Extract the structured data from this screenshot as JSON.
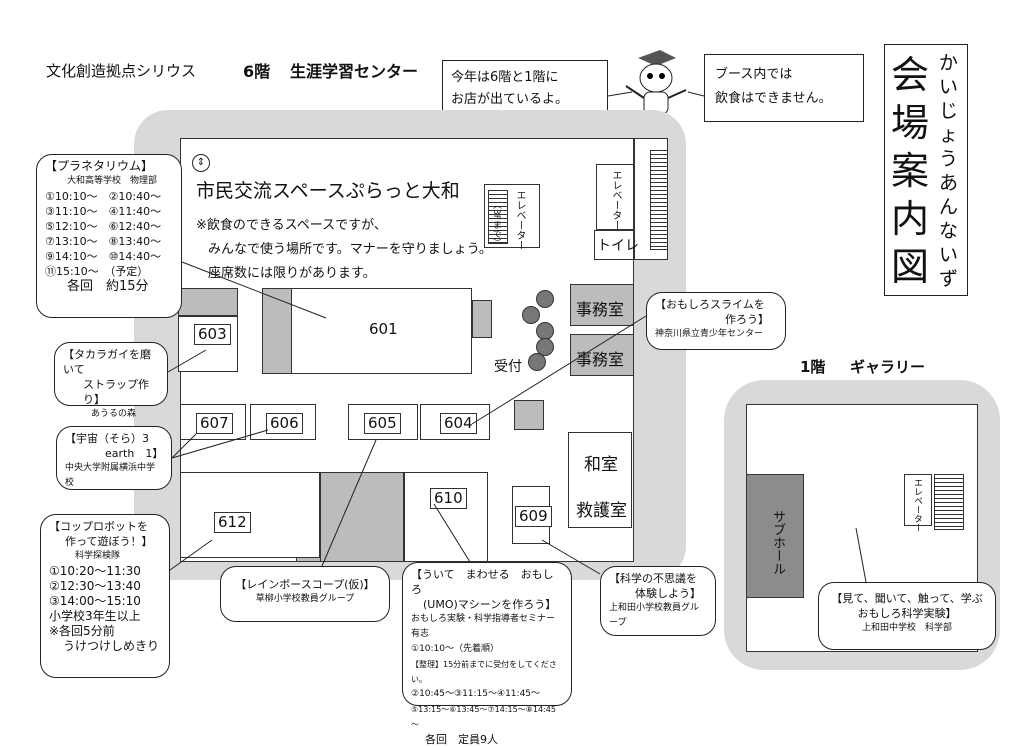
{
  "header": {
    "venue": "文化創造拠点シリウス",
    "floor6": "6階",
    "center": "生涯学習センター",
    "floor1": "1階",
    "gallery": "ギャラリー"
  },
  "notice_left": [
    "今年は6階と1階に",
    "お店が出ているよ。"
  ],
  "notice_right": [
    "ブース内では",
    "飲食はできません。"
  ],
  "guide_title": {
    "kanji": [
      "会",
      "場",
      "案",
      "内",
      "図"
    ],
    "reading": "かいじょうあんないず"
  },
  "floor6": {
    "space_title": "市民交流スペースぷらっと大和",
    "space_notes": [
      "※飲食のできるスペースですが、",
      "みんなで使う場所です。マナーを守りましょう。",
      "座席数には限りがあります。"
    ],
    "elevator_main": "エレベーター",
    "elevator_inner": "エレベーター",
    "elevator_inner_sub": "（3Fまで）",
    "toilet": "トイレ",
    "office1": "事務室",
    "office2": "事務室",
    "reception": "受付",
    "japanese_room": "和室",
    "first_aid_room": "救護室",
    "rooms": {
      "r601": "601",
      "r603": "603",
      "r604": "604",
      "r605": "605",
      "r606": "606",
      "r607": "607",
      "r609": "609",
      "r610": "610",
      "r612": "612"
    }
  },
  "floor1_map": {
    "elevator": "エレベーター",
    "subhall": "サブホール"
  },
  "callouts": {
    "planetarium": {
      "title": "【プラネタリウム】",
      "org": "大和高等学校　物理部",
      "times": [
        "①10:10～　②10:40～",
        "③11:10～　④11:40～",
        "⑤12:10～　⑥12:40～",
        "⑦13:10～　⑧13:40～",
        "⑨14:10～　⑩14:40～",
        "⑪15:10～　（予定）"
      ],
      "duration": "各回　約15分"
    },
    "takaragai": {
      "title": "【タカラガイを磨いて",
      "title2": "ストラップ作り】",
      "org": "あうるの森"
    },
    "space": {
      "title": "【宇宙（そら）3",
      "title2": "earth　1】",
      "org": "中央大学附属横浜中学校"
    },
    "cup_robot": {
      "title": "【コップロボットを",
      "title2": "作って遊ぼう！】",
      "org": "科学探検隊",
      "times": [
        "①10:20～11:30",
        "②12:30～13:40",
        "③14:00～15:10"
      ],
      "target": "小学校3年生以上",
      "notes": [
        "※各回5分前",
        "うけつけしめきり"
      ]
    },
    "rainbow": {
      "title": "【レインボースコープ(仮)】",
      "org": "草柳小学校教員グループ"
    },
    "umo": {
      "title": "【ういて　まわせる　おもしろ",
      "title2": "(UMO)マシーンを作ろう】",
      "org": "おもしろ実験・科学指導者セミナー有志",
      "lines": [
        "①10:10～（先着順）",
        "【整理】15分前までに受付をしてください。",
        "②10:45～③11:15～④11:45～",
        "⑤13:15～⑥13:45～⑦14:15～⑧14:45～"
      ],
      "capacity": "各回　定員9人"
    },
    "wonder": {
      "title": "【科学の不思議を",
      "title2": "体験しよう】",
      "org": "上和田小学校教員グループ"
    },
    "slime": {
      "title": "【おもしろスライムを",
      "title2": "作ろう】",
      "org": "神奈川県立青少年センター"
    },
    "gallery_booth": {
      "title": "【見て、聞いて、触って、学ぶ",
      "title2": "おもしろ科学実験】",
      "org": "上和田中学校　科学部"
    }
  },
  "colors": {
    "floor_bg": "#d9d9d9",
    "booth_gray": "#bcbcbc",
    "subhall": "#8c8c8c",
    "line": "#222222"
  }
}
